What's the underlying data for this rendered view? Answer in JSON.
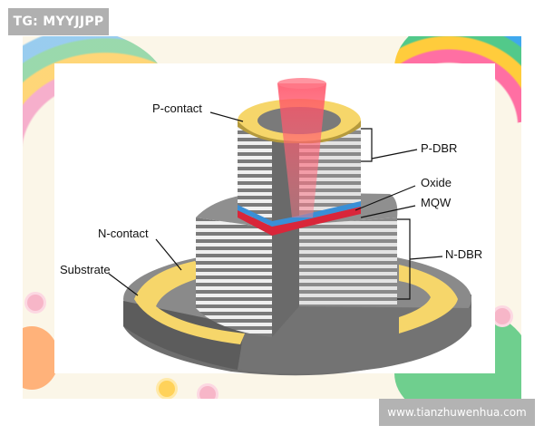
{
  "watermark": {
    "tg_tag": "TG: MYYJJPP",
    "site": "www.tianzhuwenhua.com"
  },
  "labels": {
    "p_contact": "P-contact",
    "p_dbr": "P-DBR",
    "oxide": "Oxide",
    "mqw": "MQW",
    "n_contact": "N-contact",
    "n_dbr": "N-DBR",
    "substrate": "Substrate"
  },
  "colors": {
    "contact": "#f6d66a",
    "dbr_dark": "#7a7a7a",
    "dbr_light": "#efefef",
    "mqw": "#3a8fd6",
    "oxide": "#d9263a",
    "beam": "#ff5a6e"
  }
}
